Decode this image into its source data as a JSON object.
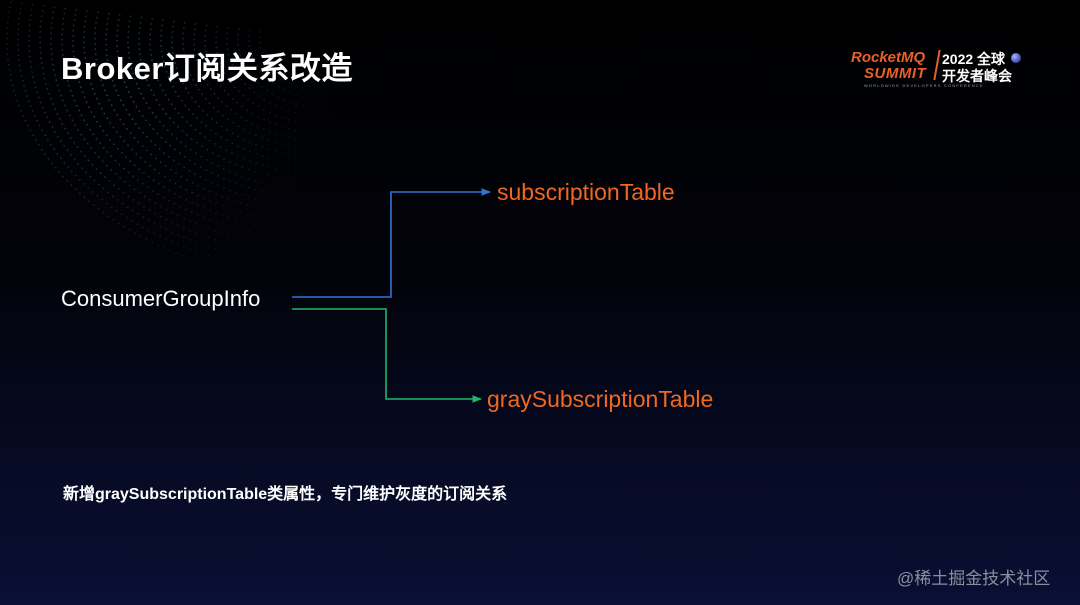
{
  "title": "Broker订阅关系改造",
  "logo": {
    "brand_line1": "RocketMQ",
    "brand_line2": "SUMMIT",
    "year_line": "2022 全球",
    "conference_line": "开发者峰会",
    "tagline": "WORLDWIDE DEVELOPERS CONFERENCE",
    "brand_color": "#e8602a"
  },
  "diagram": {
    "source_node": "ConsumerGroupInfo",
    "targets": [
      {
        "label": "subscriptionTable",
        "connector_color": "#2f74d6"
      },
      {
        "label": "graySubscriptionTable",
        "connector_color": "#1fb86a"
      }
    ],
    "target_text_color": "#f0681f"
  },
  "note": "新增graySubscriptionTable类属性，专门维护灰度的订阅关系",
  "watermark": "@稀土掘金技术社区"
}
